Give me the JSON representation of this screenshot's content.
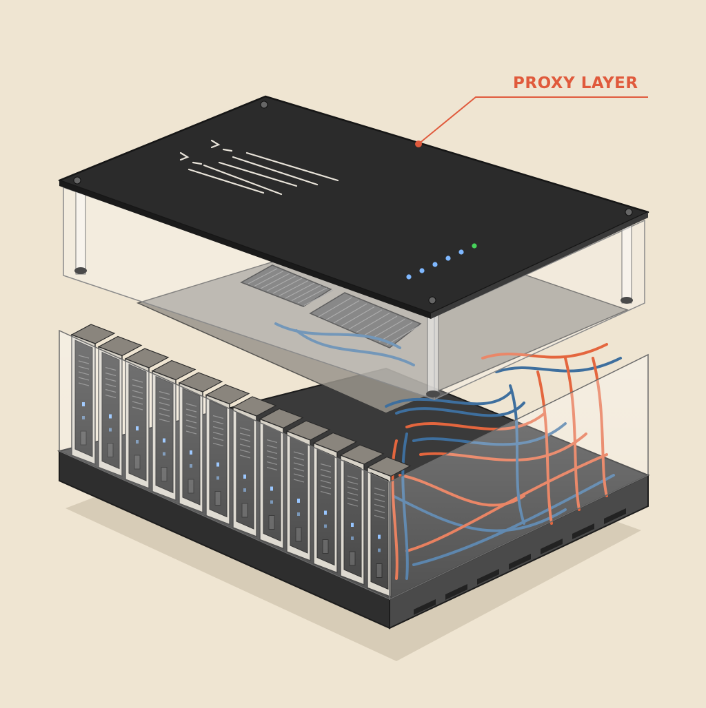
{
  "callout": {
    "label": "PROXY LAYER"
  },
  "colors": {
    "background": "#efe5d2",
    "accent": "#e05a3c",
    "panel": "#2b2b2b",
    "cable_blue": "#3e6f9e",
    "cable_orange": "#e4663e",
    "led_blue": "#7fb8ff",
    "led_green": "#46d35a"
  },
  "status_leds": [
    "blue",
    "blue",
    "blue",
    "blue",
    "blue",
    "green"
  ],
  "server_blades": 12,
  "icons": {
    "terminal": "terminal-prompt-icon"
  }
}
